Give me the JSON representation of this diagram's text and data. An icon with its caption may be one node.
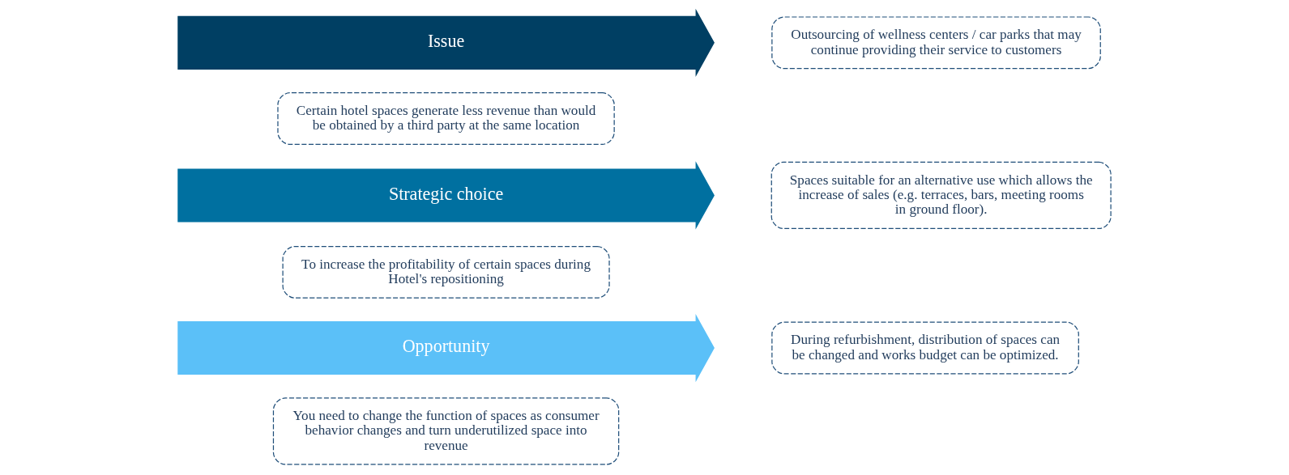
{
  "diagram": {
    "nodes": [
      {
        "text": [
          "Issue"
        ]
      },
      {
        "text": [
          "Certain hotel spaces generate less revenue than would be obtained by a third party at the same location"
        ]
      },
      {
        "text": [
          "Outsourcing of wellness centers / car parks that may continue providing their service to customers"
        ]
      },
      {
        "text": [
          "Strategic choice"
        ]
      },
      {
        "text": [
          "To increase the profitability of certain spaces during Hotel's repositioning"
        ]
      },
      {
        "text": [
          "Spaces suitable for an alternative use which allows the increase of sales (e.g. terraces, bars, meeting rooms in ground floor)."
        ]
      },
      {
        "text": [
          "Opportunity"
        ]
      },
      {
        "text": [
          "You need to change the function of spaces as consumer behavior changes and turn underutilized space into revenue"
        ]
      },
      {
        "text": [
          "During refurbishment, distribution of spaces can be changed and works budget can be optimized."
        ]
      }
    ],
    "edges": []
  }
}
